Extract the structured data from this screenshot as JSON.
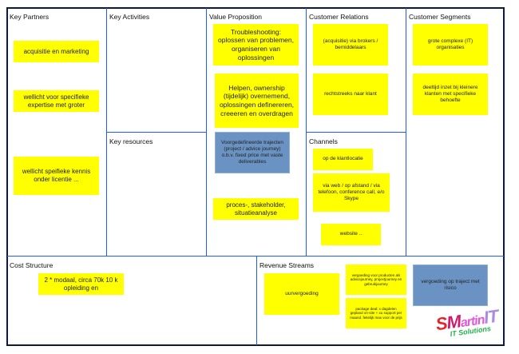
{
  "sections": {
    "key_partners": "Key Partners",
    "key_activities": "Key Activities",
    "key_resources": "Key resources",
    "value_proposition": "Value Proposition",
    "customer_relations": "Customer Relations",
    "channels": "Channels",
    "customer_segments": "Customer Segments",
    "cost_structure": "Cost Structure",
    "revenue_streams": "Revenue Streams"
  },
  "notes": {
    "kp1": "acquisitie en marketing",
    "kp2": "wellicht voor specifieke expertise met groter",
    "kp3": "wellicht speifieke kennis onder licentie ...",
    "vp1": "Troubleshooting: oplossen van problemen, organiseren van oplossingen",
    "vp2": "Helpen, ownership (tijdelijk) overnemend, oplossingen definereren, creeeren en overdragen",
    "vp3": "Voorgedefineerde trajecten (project / advice journey) o.b.v. fixed price met vaste deliverables",
    "vp4": "proces-, stakeholder, situatieanalyse",
    "cr1": "(acquisitie) via brokers / bemiddelaars",
    "cr2": "rechtstreeks naar klant",
    "ch1": "op de klantlocatie",
    "ch2": "via web / op afstand / via telefoon, conference call, e/o Skype",
    "ch3": "website ..",
    "cs1": "grote complexe (IT) organisaties",
    "cs2": "deeltijd inzet bij kleinere klanten met specifieke behoefte",
    "cost1": "2 * modaal, circa 70k 10 k opleiding en",
    "rs1": "uurvergoeding",
    "rs2": "vergoeding voor producten als advicejourney, projectjourney en gebruikjourney",
    "rs3": "package deal: x dagdelen gepland on-site + xu support per maand. feitelijk max voor de prijs",
    "rs4": "vergoeding op traject met risico"
  },
  "logo": {
    "main_s": "S",
    "main_m": "M",
    "main_rest": "artin",
    "main_it": "IT",
    "sub": "IT Solutions"
  },
  "colors": {
    "sticky": "#ffff00",
    "sticky_blue": "#6a93c3",
    "grid": "#1a5cff"
  }
}
